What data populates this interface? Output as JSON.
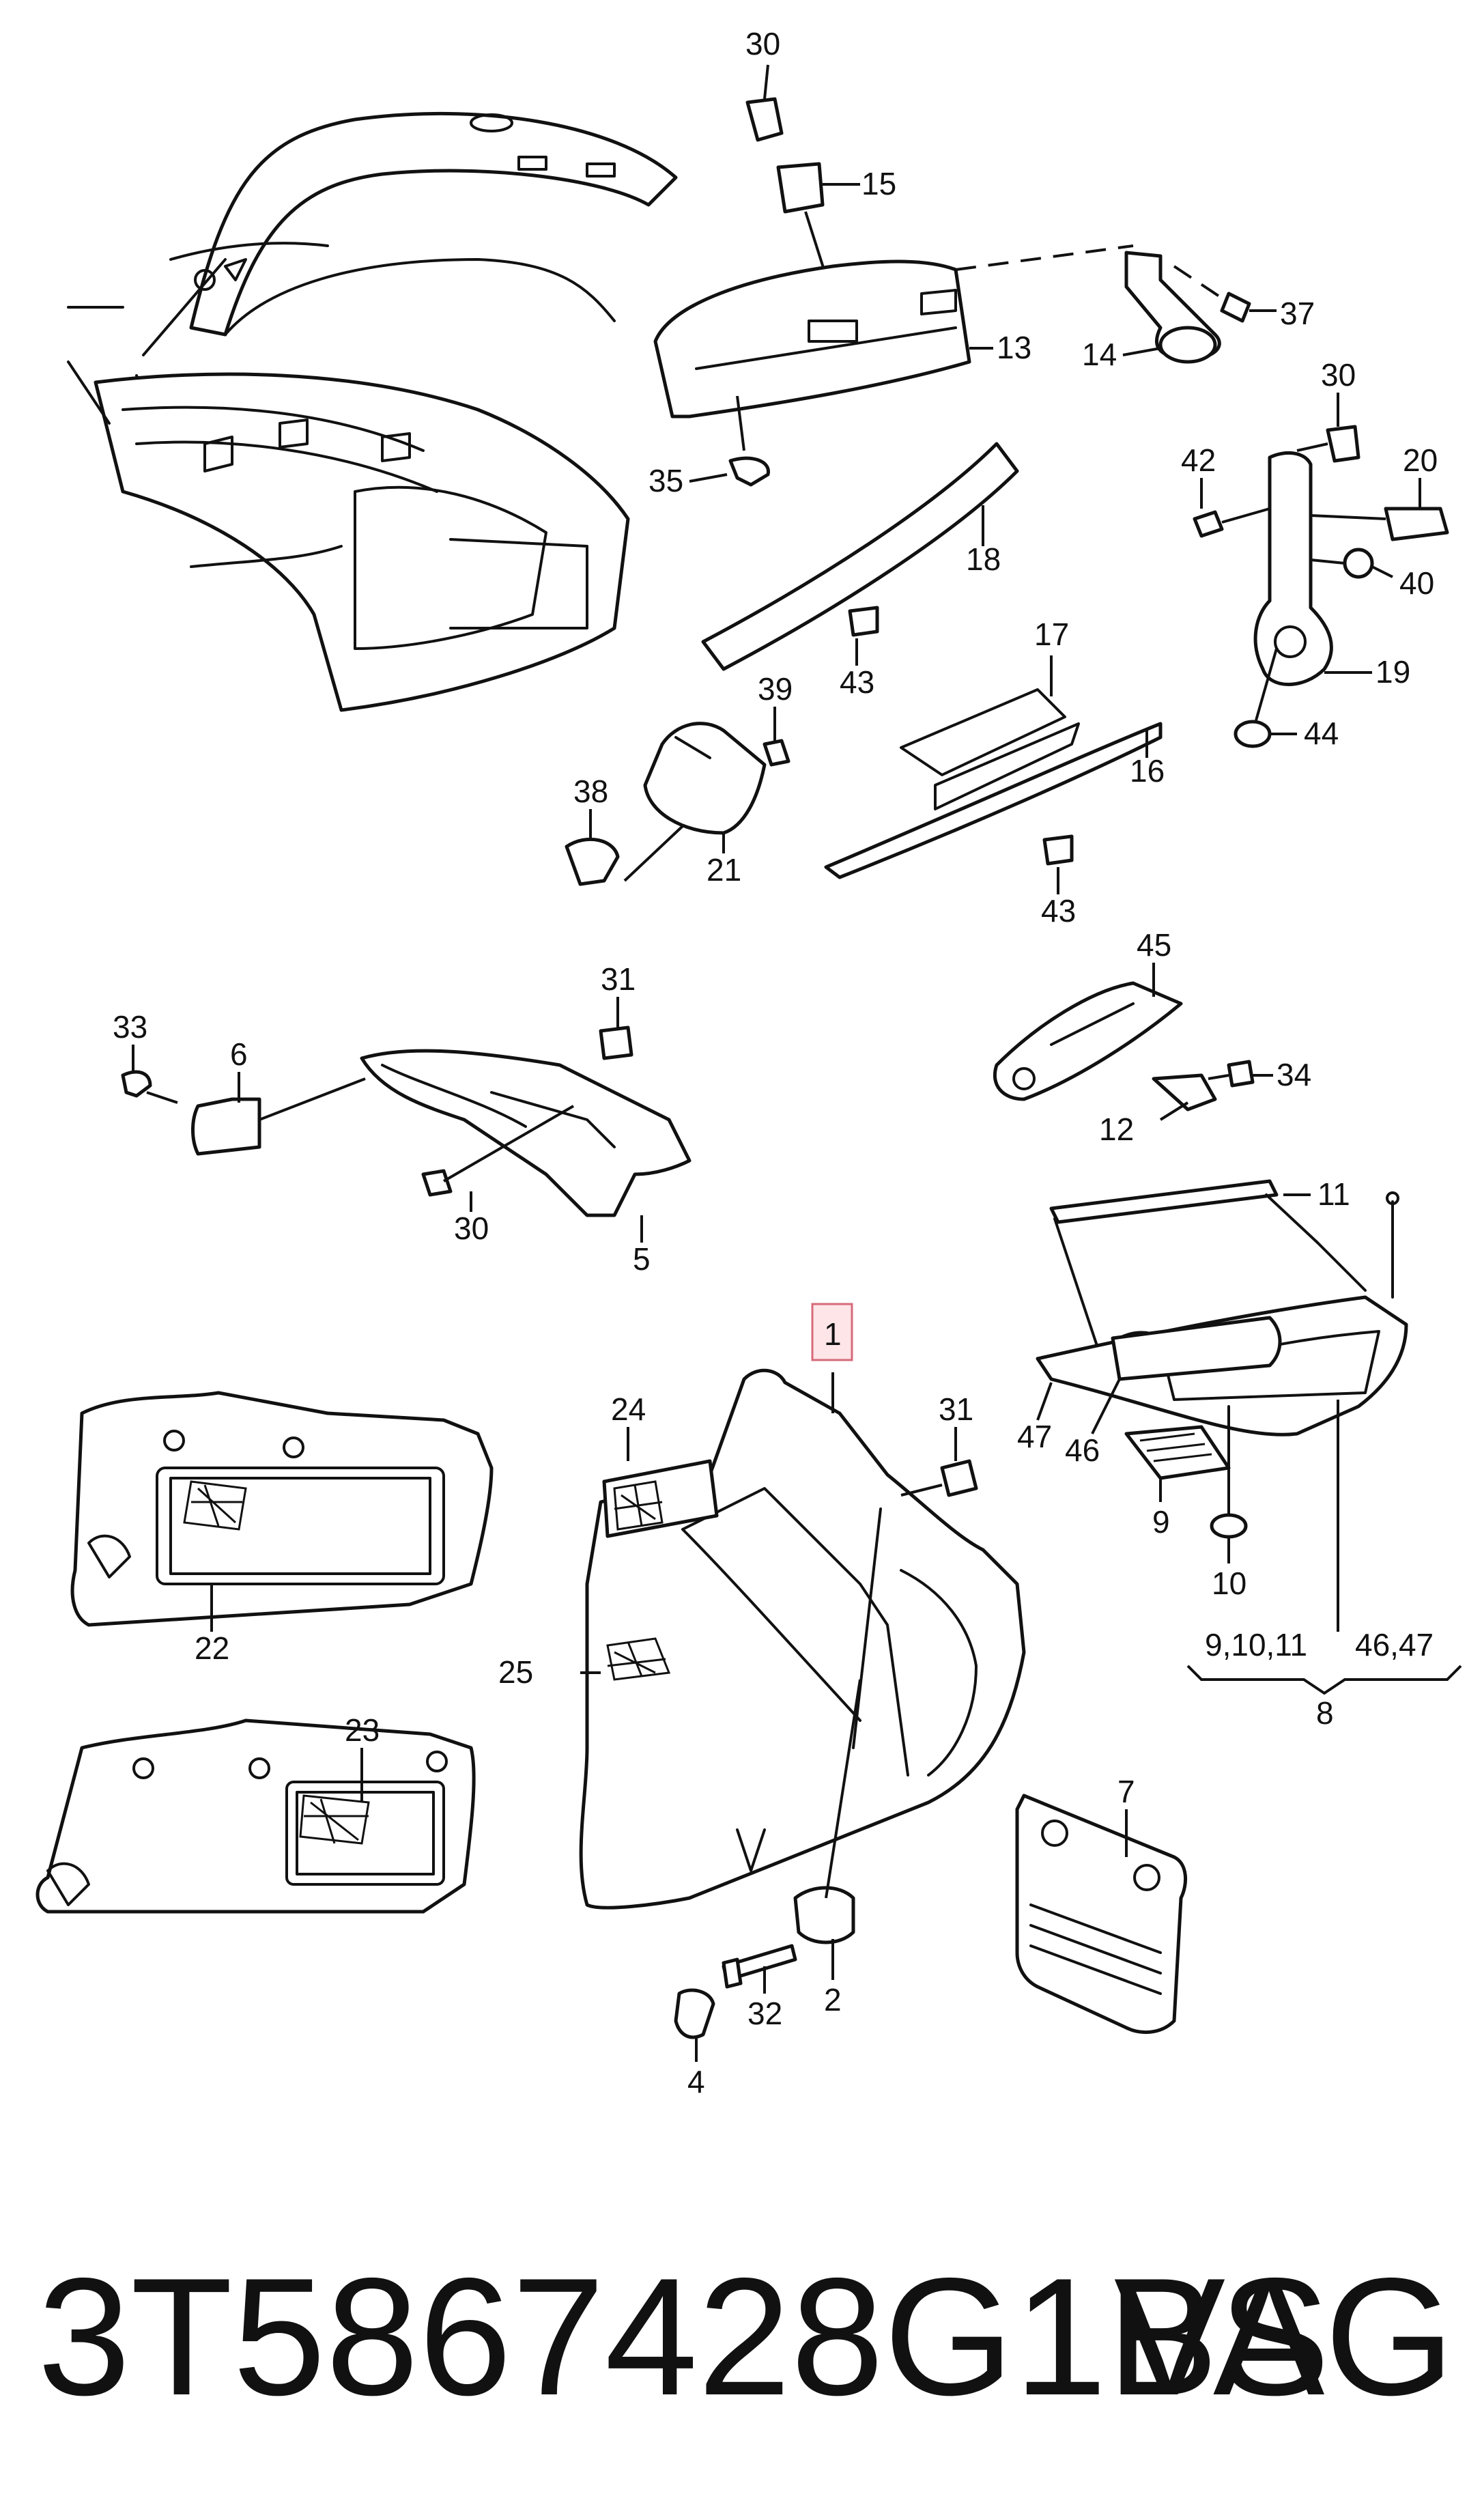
{
  "footer": {
    "part_number": "3T5867428G1BS",
    "brand": "VAG"
  },
  "highlight_color": "#d66a7a",
  "callouts": [
    {
      "id": "c30a",
      "text": "30"
    },
    {
      "id": "c15",
      "text": "15"
    },
    {
      "id": "c37",
      "text": "37"
    },
    {
      "id": "c13",
      "text": "13"
    },
    {
      "id": "c14",
      "text": "14"
    },
    {
      "id": "c35",
      "text": "35"
    },
    {
      "id": "c30b",
      "text": "30"
    },
    {
      "id": "c42",
      "text": "42"
    },
    {
      "id": "c20",
      "text": "20"
    },
    {
      "id": "c18",
      "text": "18"
    },
    {
      "id": "c40",
      "text": "40"
    },
    {
      "id": "c43a",
      "text": "43"
    },
    {
      "id": "c17",
      "text": "17"
    },
    {
      "id": "c19",
      "text": "19"
    },
    {
      "id": "c39",
      "text": "39"
    },
    {
      "id": "c44",
      "text": "44"
    },
    {
      "id": "c16",
      "text": "16"
    },
    {
      "id": "c38",
      "text": "38"
    },
    {
      "id": "c21",
      "text": "21"
    },
    {
      "id": "c43b",
      "text": "43"
    },
    {
      "id": "c45",
      "text": "45"
    },
    {
      "id": "c31a",
      "text": "31"
    },
    {
      "id": "c33",
      "text": "33"
    },
    {
      "id": "c6",
      "text": "6"
    },
    {
      "id": "c34",
      "text": "34"
    },
    {
      "id": "c12",
      "text": "12"
    },
    {
      "id": "c30c",
      "text": "30"
    },
    {
      "id": "c11",
      "text": "11"
    },
    {
      "id": "c5",
      "text": "5"
    },
    {
      "id": "c1",
      "text": "1"
    },
    {
      "id": "c24",
      "text": "24"
    },
    {
      "id": "c31b",
      "text": "31"
    },
    {
      "id": "c47",
      "text": "47"
    },
    {
      "id": "c46",
      "text": "46"
    },
    {
      "id": "c9",
      "text": "9"
    },
    {
      "id": "c22",
      "text": "22"
    },
    {
      "id": "c10",
      "text": "10"
    },
    {
      "id": "c25",
      "text": "25"
    },
    {
      "id": "c9-10-11",
      "text": "9,10,11"
    },
    {
      "id": "c46-47",
      "text": "46,47"
    },
    {
      "id": "c8",
      "text": "8"
    },
    {
      "id": "c23",
      "text": "23"
    },
    {
      "id": "c7",
      "text": "7"
    },
    {
      "id": "c2",
      "text": "2"
    },
    {
      "id": "c32",
      "text": "32"
    },
    {
      "id": "c4",
      "text": "4"
    }
  ]
}
